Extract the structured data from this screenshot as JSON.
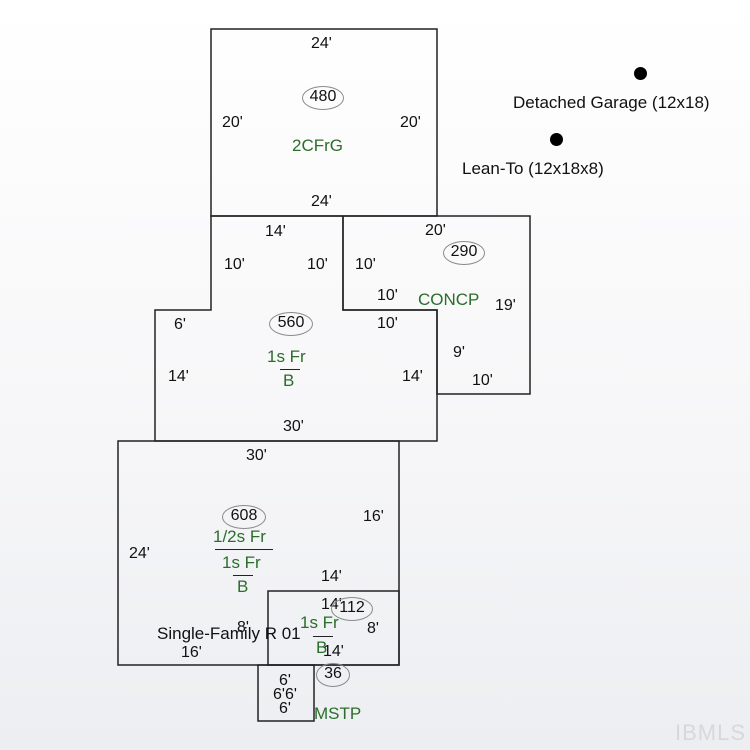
{
  "sections": {
    "garage": {
      "area": "480",
      "code": "2CFrG",
      "dims": [
        "24'",
        "20'",
        "20'",
        "24'"
      ]
    },
    "concp": {
      "area": "290",
      "code": "CONCP",
      "dims": [
        "20'",
        "10'",
        "10'",
        "19'",
        "9'",
        "10'"
      ]
    },
    "main": {
      "area": "560",
      "code_top": "1s Fr",
      "code_bottom": "B",
      "dims": [
        "14'",
        "10'",
        "10'",
        "6'",
        "10'",
        "14'",
        "14'",
        "30'"
      ]
    },
    "lower": {
      "area": "608",
      "code_1": "1/2s Fr",
      "code_2": "1s Fr",
      "code_3": "B",
      "dims": [
        "30'",
        "16'",
        "24'",
        "14'",
        "16'"
      ]
    },
    "small": {
      "area": "112",
      "code_top": "1s Fr",
      "code_bottom": "B",
      "dims": [
        "14'",
        "8'",
        "8'",
        "14'"
      ]
    },
    "stoop": {
      "area": "36",
      "code": "MSTP",
      "dims": [
        "6'",
        "6'",
        "6'",
        "6'"
      ]
    }
  },
  "caption": "Single-Family R 01",
  "legend": [
    {
      "label": "Detached Garage (12x18)"
    },
    {
      "label": "Lean-To (12x18x8)"
    }
  ],
  "watermark": "IBMLS",
  "colors": {
    "outline": "#222222",
    "code_text": "#2a6e2a",
    "oval": "#8a8a8a"
  }
}
